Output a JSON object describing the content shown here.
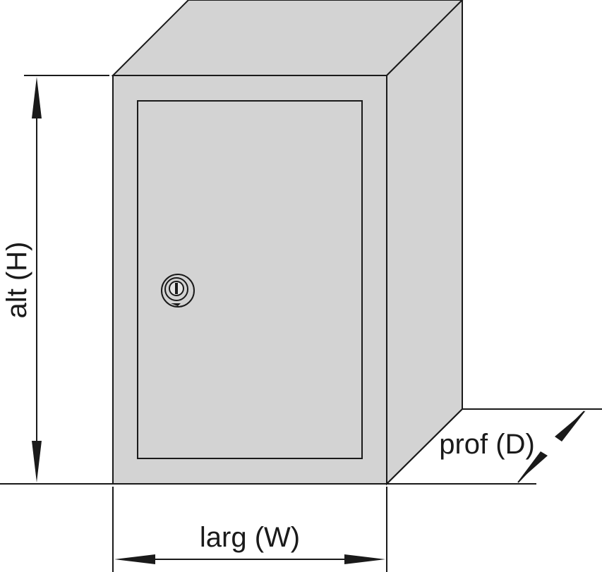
{
  "dimensions": {
    "height_label": "alt (H)",
    "width_label": "larg (W)",
    "depth_label": "prof (D)"
  },
  "colors": {
    "cabinet_fill": "#d3d3d3",
    "outline": "#1a1a1a",
    "background": "#ffffff"
  },
  "icons": {
    "lock": "keyhole-lock-icon"
  }
}
